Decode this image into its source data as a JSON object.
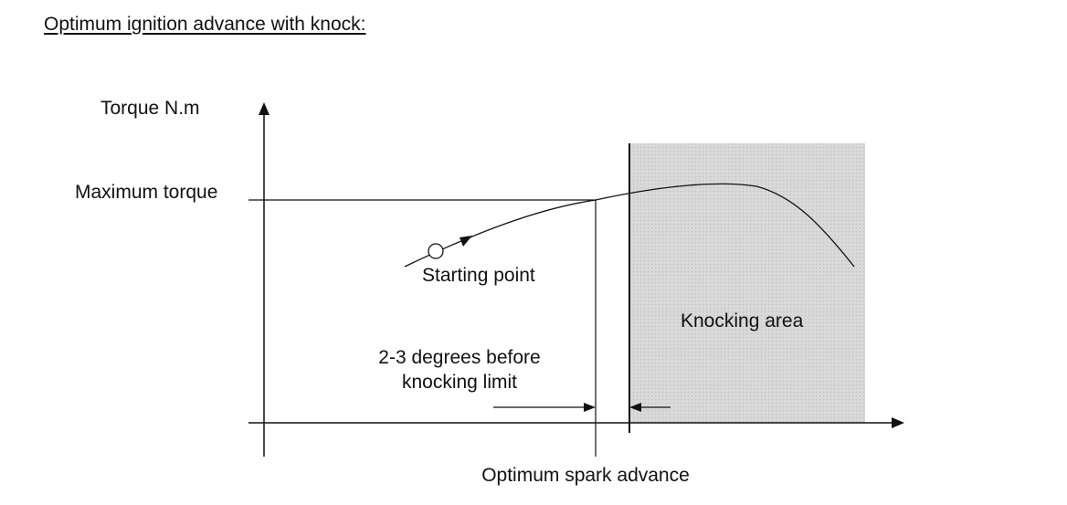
{
  "heading": "Optimum ignition advance with knock:",
  "labels": {
    "y_axis": "Torque N.m",
    "max_torque": "Maximum torque",
    "starting_point": "Starting point",
    "knocking_area": "Knocking area",
    "margin_line1": "2-3 degrees before",
    "margin_line2": "knocking limit",
    "x_axis": "Optimum spark advance"
  },
  "colors": {
    "ink": "#111111",
    "knock_fill": "#d9d9d9",
    "knock_dot": "#bdbdbd"
  }
}
